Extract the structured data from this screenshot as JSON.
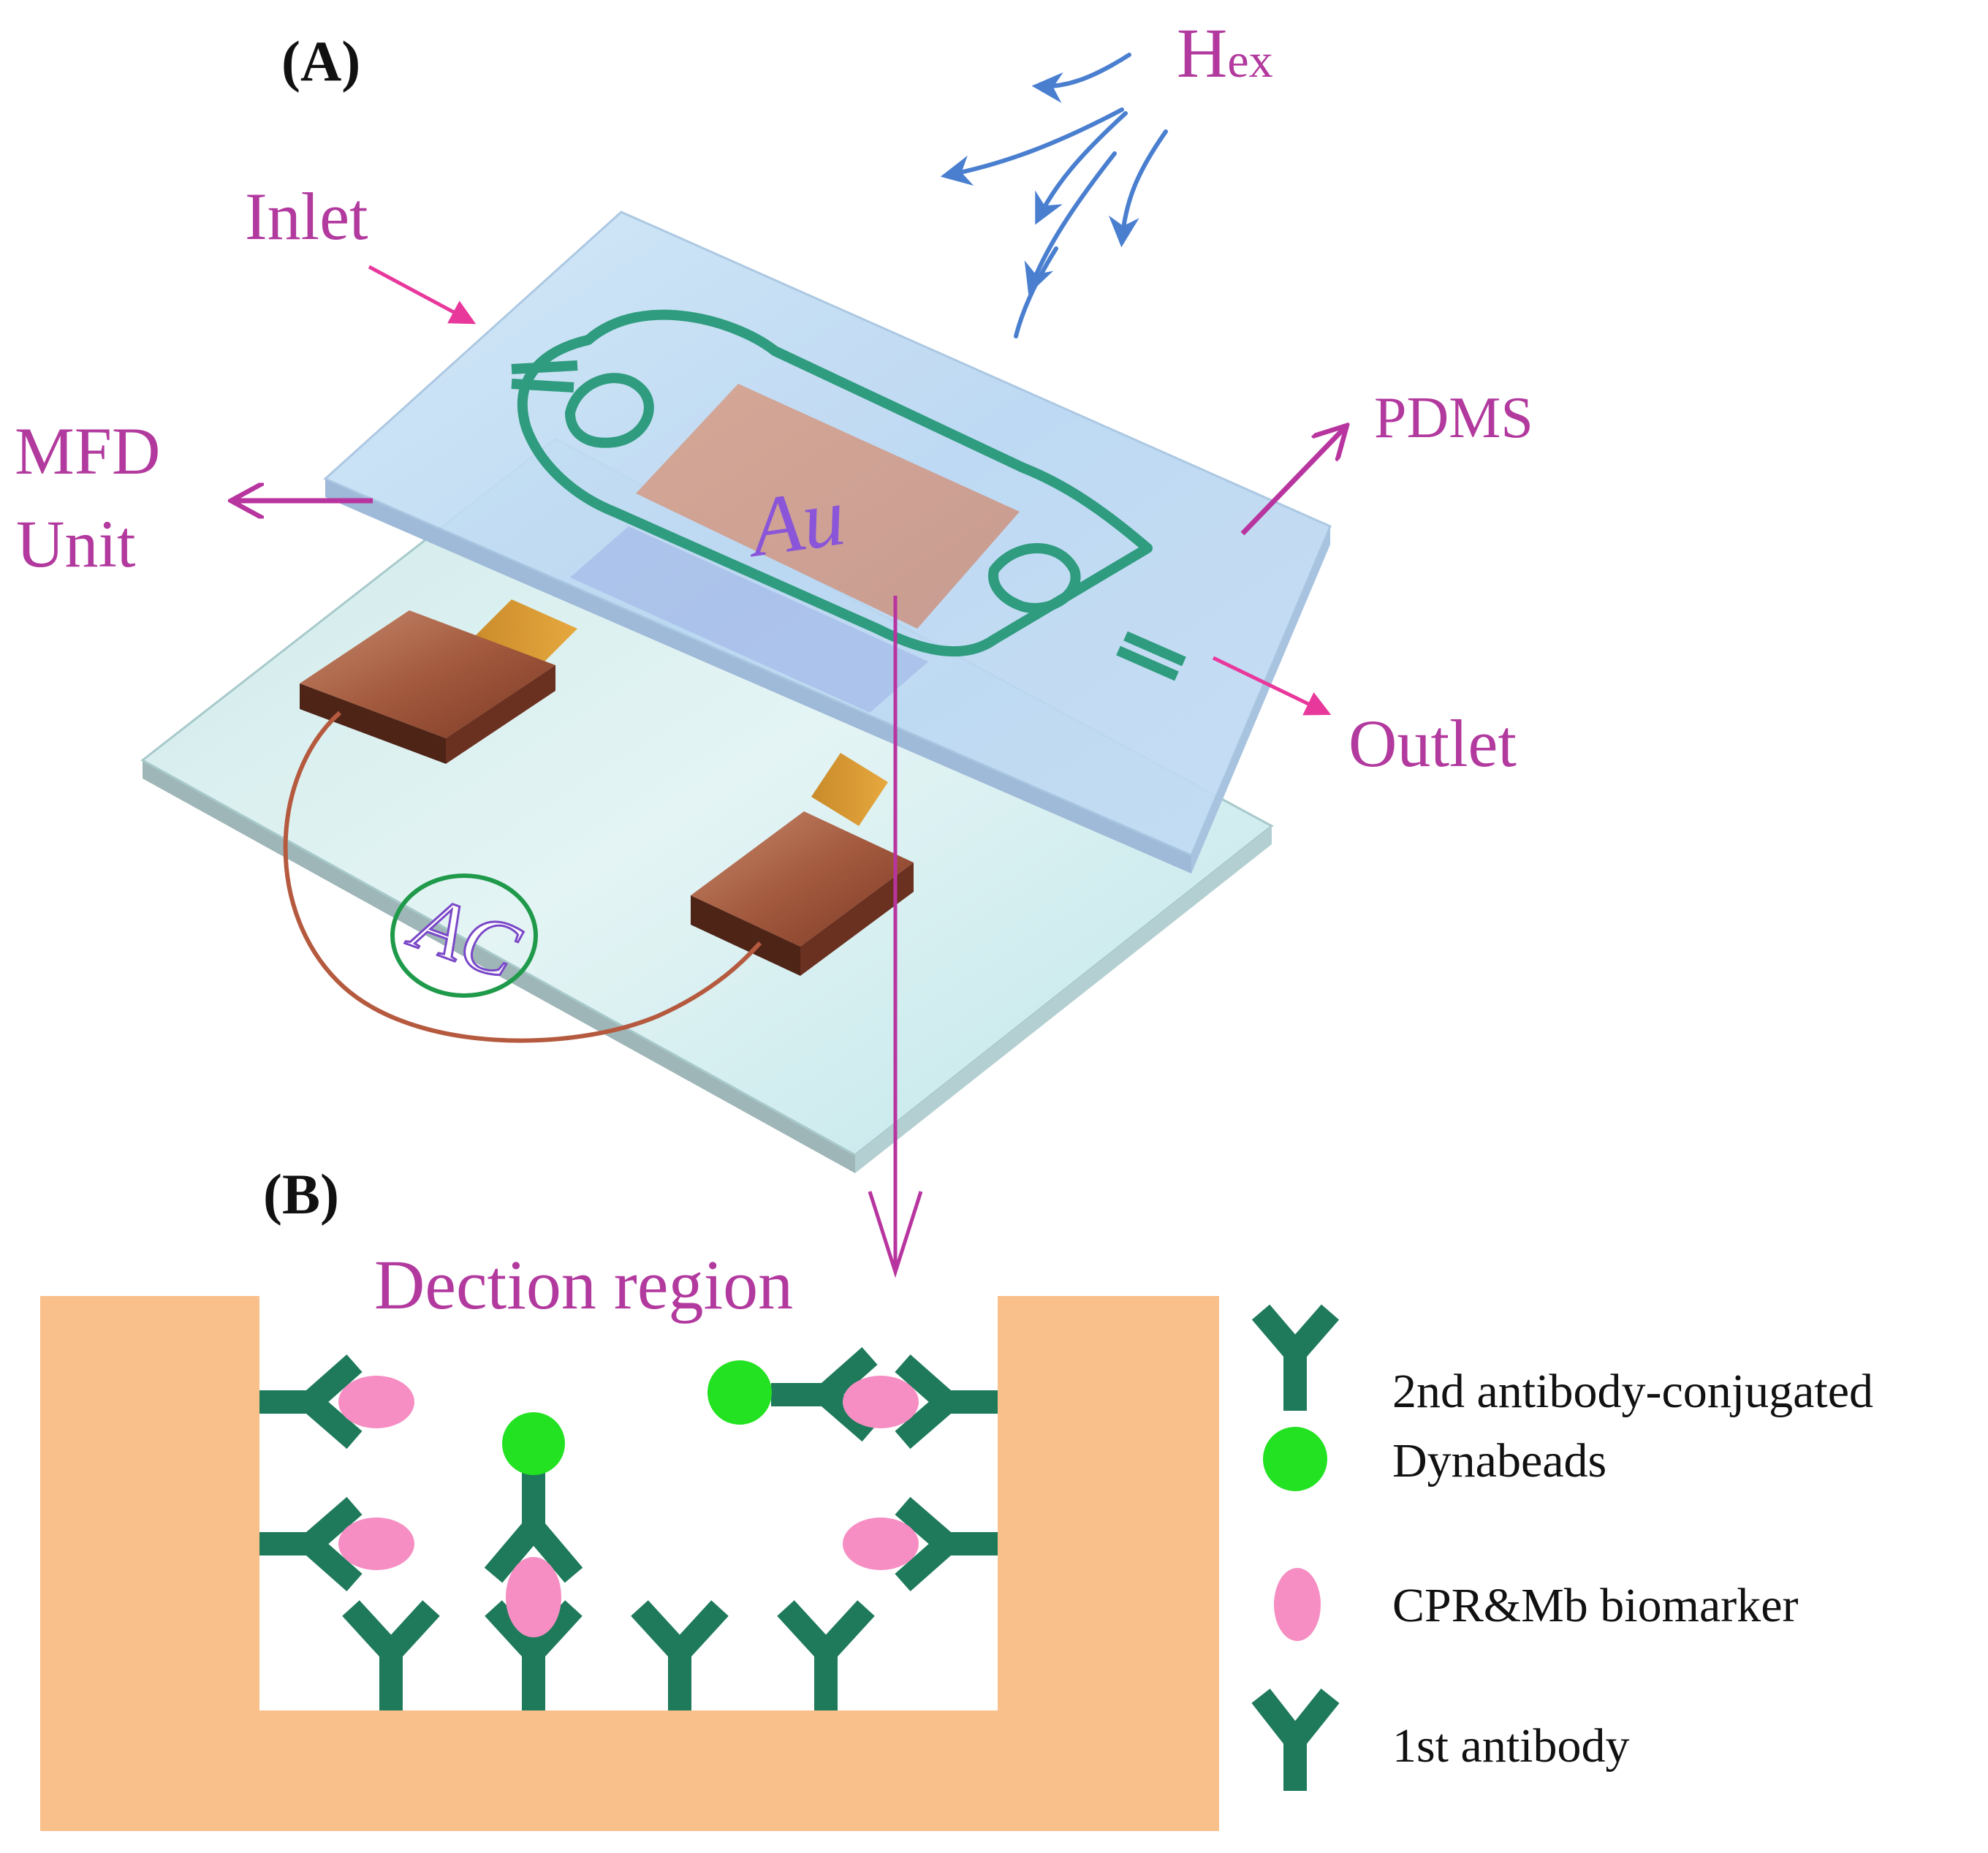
{
  "panel_a": {
    "letter": "(A)",
    "labels": {
      "h_field": "H",
      "h_field_sub": "ex",
      "inlet": "Inlet",
      "pdms": "PDMS",
      "mfd_line1": "MFD",
      "mfd_line2": "Unit",
      "outlet": "Outlet",
      "gold": "Au",
      "ac_source": "AC"
    }
  },
  "panel_b": {
    "letter": "(B)",
    "region_label": "Dection region",
    "legend": {
      "dynabeads_line1": "2nd antibody-conjugated",
      "dynabeads_line2": "Dynabeads",
      "biomarker": "CPR&Mb biomarker",
      "first_antibody": "1st antibody"
    }
  },
  "colors": {
    "label_magenta": "#b2399e",
    "arrow_magenta": "#b8359f",
    "field_arrow_blue": "#4a7fd0",
    "substrate_orange": "#f9c08b",
    "antibody_green": "#1e7a5a",
    "bead_green": "#22e222",
    "biomarker_pink": "#f68ec3",
    "au_purple": "#8a55d8",
    "copper": "#9a5039",
    "channel_green": "#2f9c7f"
  }
}
